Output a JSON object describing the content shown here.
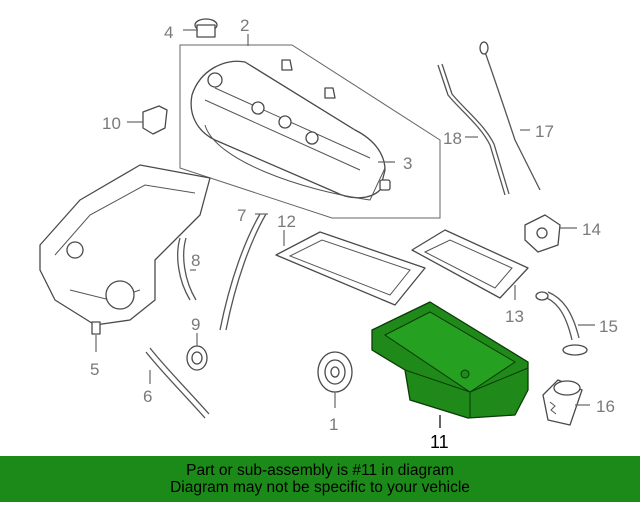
{
  "diagram": {
    "callouts": [
      {
        "id": "1",
        "label": "1"
      },
      {
        "id": "2",
        "label": "2"
      },
      {
        "id": "3",
        "label": "3"
      },
      {
        "id": "4",
        "label": "4"
      },
      {
        "id": "5",
        "label": "5"
      },
      {
        "id": "6",
        "label": "6"
      },
      {
        "id": "7",
        "label": "7"
      },
      {
        "id": "8",
        "label": "8"
      },
      {
        "id": "9",
        "label": "9"
      },
      {
        "id": "10",
        "label": "10"
      },
      {
        "id": "11",
        "label": "11"
      },
      {
        "id": "12",
        "label": "12"
      },
      {
        "id": "13",
        "label": "13"
      },
      {
        "id": "14",
        "label": "14"
      },
      {
        "id": "15",
        "label": "15"
      },
      {
        "id": "16",
        "label": "16"
      },
      {
        "id": "17",
        "label": "17"
      },
      {
        "id": "18",
        "label": "18"
      }
    ],
    "highlighted_part": "11",
    "colors": {
      "highlight": "#1f8a1a",
      "banner": "#1c8a18",
      "line": "#4a4a4a",
      "callout": "#7a7a7a"
    }
  },
  "banner": {
    "line1": "Part or sub-assembly is #11 in diagram",
    "line2": "Diagram may not be specific to your vehicle"
  }
}
